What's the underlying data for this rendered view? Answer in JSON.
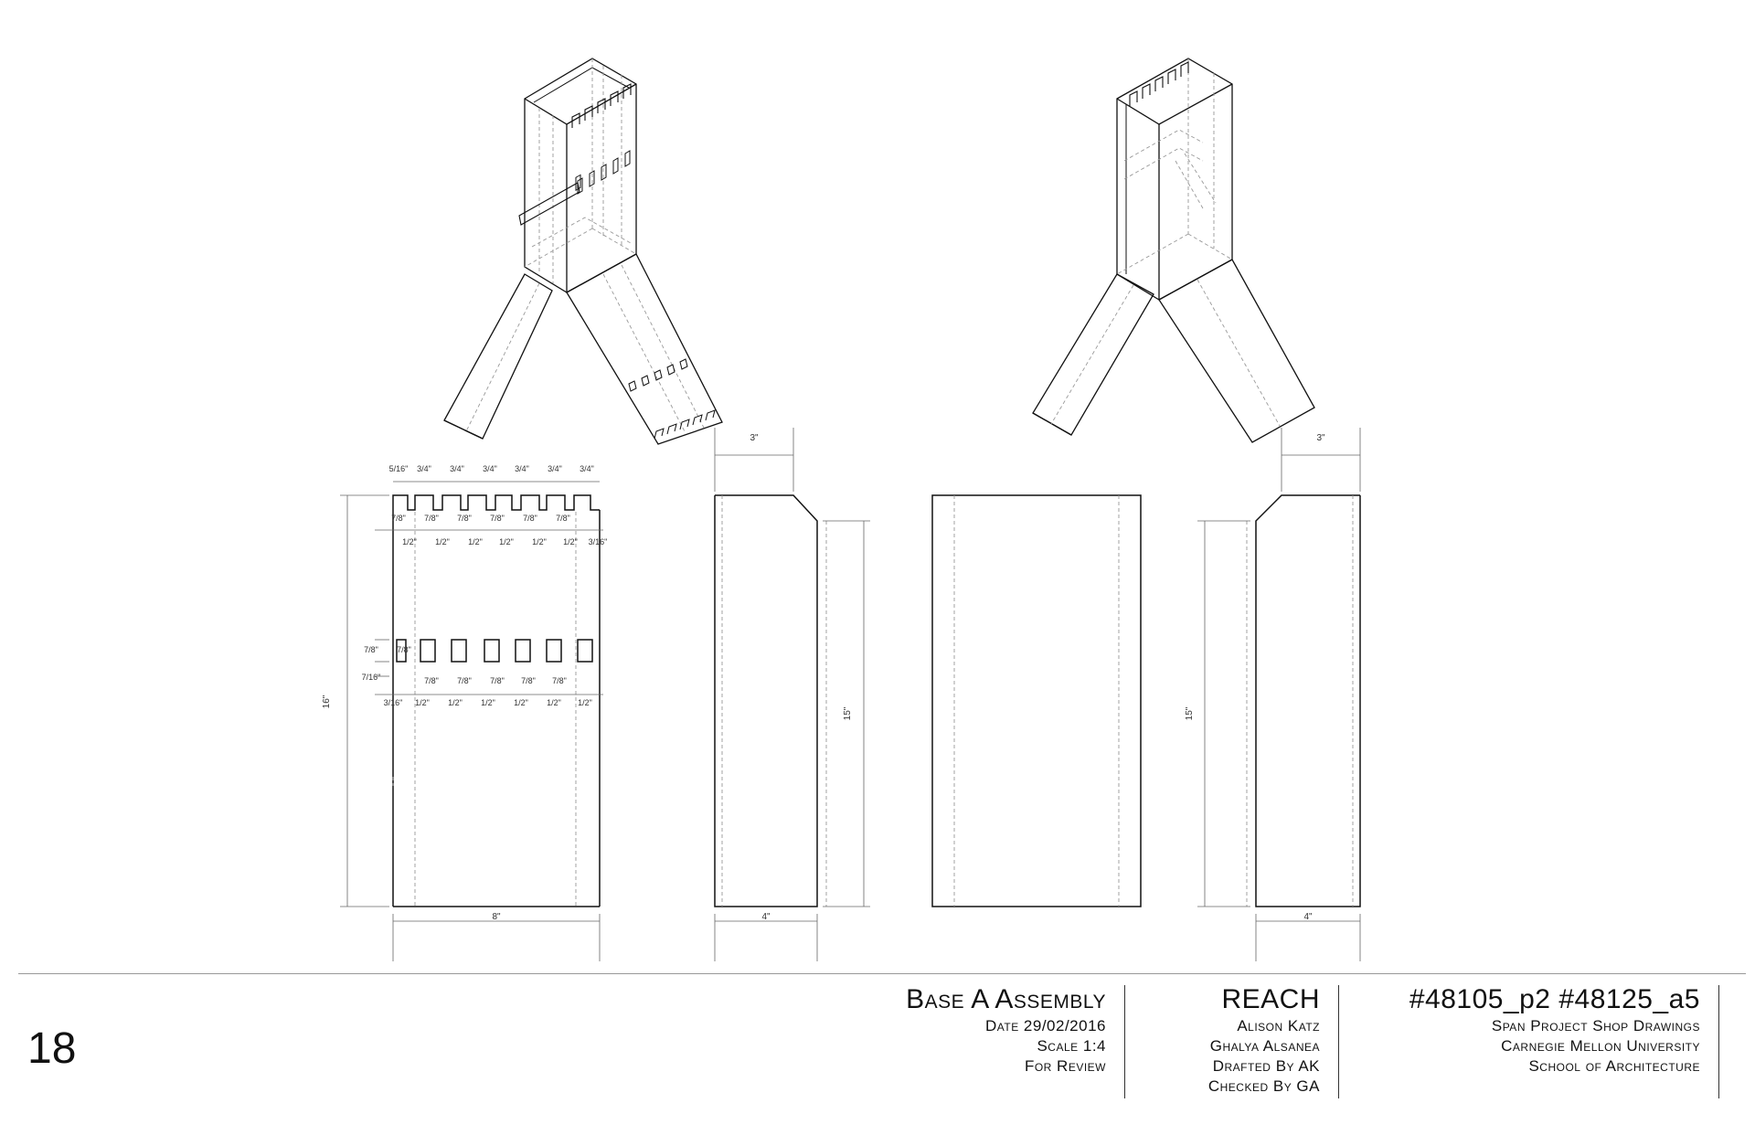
{
  "sheet_number": "18",
  "title_block": {
    "drawing_title": "Base A Assembly",
    "date": "Date 29/02/2016",
    "scale": "Scale 1:4",
    "status": "For Review",
    "project": "REACH",
    "author_1": "Alison Katz",
    "author_2": "Ghalya Alsanea",
    "drafted_by": "Drafted By AK",
    "checked_by": "Checked By GA",
    "drawing_numbers": "#48105_p2 #48125_a5",
    "set_name": "Span Project Shop Drawings",
    "university": "Carnegie Mellon University",
    "school": "School of Architecture"
  },
  "dimensions": {
    "top_first": "5/16\"",
    "finger_width": "3/4\"",
    "finger_depth": "7/8\"",
    "finger_gap": "1/2\"",
    "edge_right": "3/16\"",
    "mortise_height": "7/8\"",
    "mortise_offset": "7/16\"",
    "mortise_edge_left": "3/16\"",
    "mortise_width": "7/8\"",
    "mortise_gap": "1/2\"",
    "panel_height": "16\"",
    "panel_width": "8\"",
    "side_top": "3\"",
    "side_height": "15\"",
    "side_width": "4\""
  },
  "colors": {
    "line": "#111111",
    "hidden": "#9a9a9a",
    "dim": "#555555"
  }
}
